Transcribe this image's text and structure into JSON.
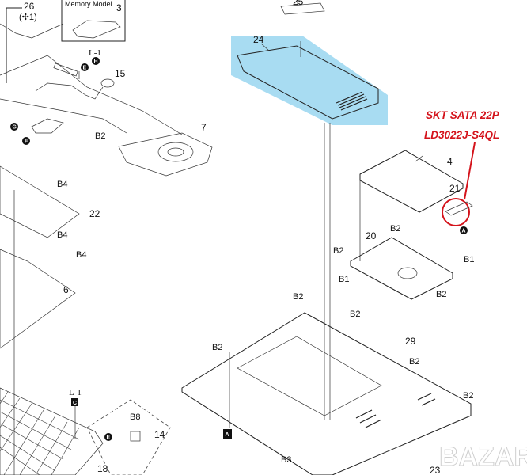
{
  "title_box": "Memory Model",
  "callouts": {
    "p26": "26",
    "p26_qty": "(✣1)",
    "p3": "3",
    "l1_top": "L-1",
    "h": "H",
    "e_top": "E",
    "p15": "15",
    "g": "G",
    "f": "F",
    "b2_a": "B2",
    "p7": "7",
    "p25": "25",
    "p24": "24",
    "p4": "4",
    "p21": "21",
    "a_circle": "A",
    "p20": "20",
    "b2_b": "B2",
    "b2_c": "B2",
    "b1_a": "B1",
    "b1_b": "B1",
    "b2_d": "B2",
    "b4_a": "B4",
    "b4_b": "B4",
    "b4_c": "B4",
    "p22": "22",
    "p6": "6",
    "b2_e": "B2",
    "b2_f": "B2",
    "b2_g": "B2",
    "p29": "29",
    "b2_h": "B2",
    "b2_i": "B2",
    "l1_bottom": "L-1",
    "c": "C",
    "b8": "B8",
    "e_bottom": "E",
    "p14": "14",
    "p18": "18",
    "a_square": "A",
    "b3": "B3",
    "p23": "23"
  },
  "annotation": {
    "line1": "SKT SATA 22P",
    "line2": "LD3022J-S4QL",
    "color": "#d4131b"
  },
  "highlight_color": "#a8dcf2",
  "watermark": "BAZAR"
}
